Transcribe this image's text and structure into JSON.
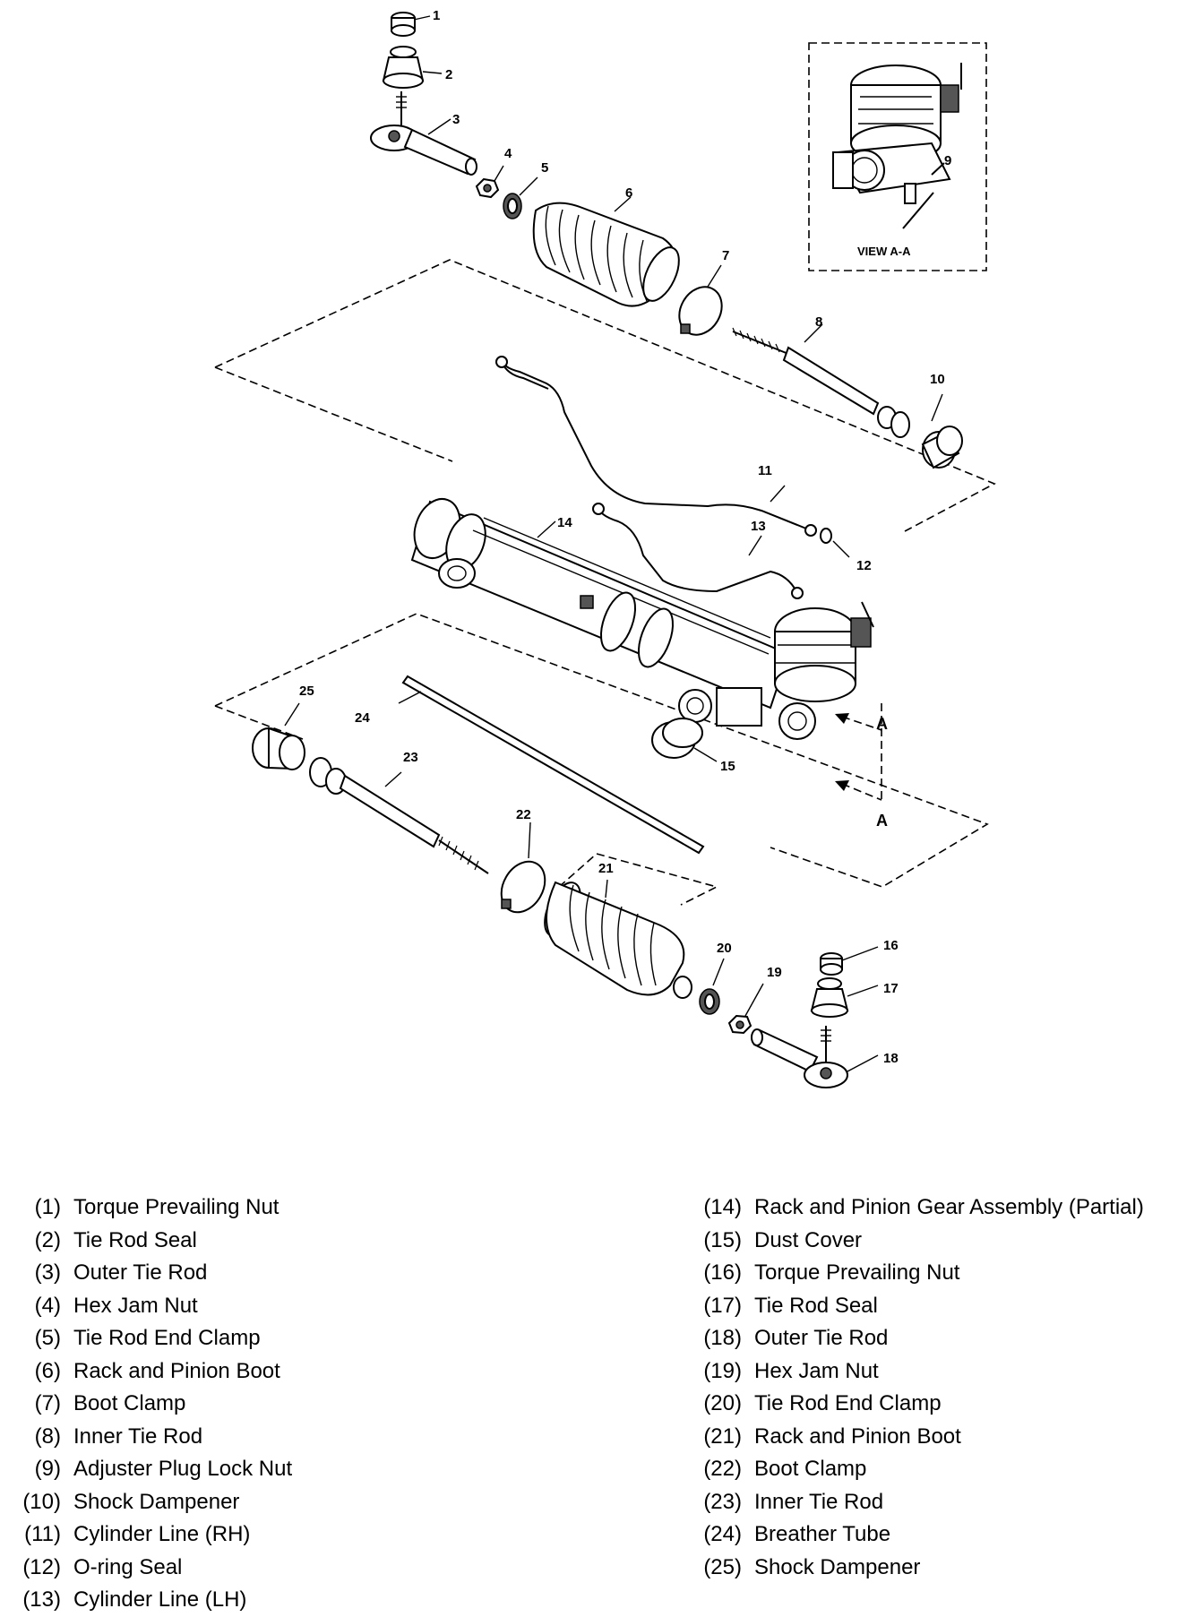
{
  "view": {
    "label": "VIEW A-A",
    "section_mark": "A"
  },
  "callouts": [
    "1",
    "2",
    "3",
    "4",
    "5",
    "6",
    "7",
    "8",
    "9",
    "10",
    "11",
    "12",
    "13",
    "14",
    "15",
    "16",
    "17",
    "18",
    "19",
    "20",
    "21",
    "22",
    "23",
    "24",
    "25",
    "18"
  ],
  "legend_left": [
    {
      "num": "(1)",
      "text": "Torque Prevailing Nut"
    },
    {
      "num": "(2)",
      "text": "Tie Rod Seal"
    },
    {
      "num": "(3)",
      "text": "Outer Tie Rod"
    },
    {
      "num": "(4)",
      "text": "Hex Jam Nut"
    },
    {
      "num": "(5)",
      "text": "Tie Rod End Clamp"
    },
    {
      "num": "(6)",
      "text": "Rack and Pinion Boot"
    },
    {
      "num": "(7)",
      "text": "Boot Clamp"
    },
    {
      "num": "(8)",
      "text": "Inner Tie Rod"
    },
    {
      "num": "(9)",
      "text": "Adjuster Plug Lock Nut"
    },
    {
      "num": "(10)",
      "text": "Shock Dampener"
    },
    {
      "num": "(11)",
      "text": "Cylinder Line (RH)"
    },
    {
      "num": "(12)",
      "text": "O-ring Seal"
    },
    {
      "num": "(13)",
      "text": "Cylinder Line (LH)"
    }
  ],
  "legend_right": [
    {
      "num": "(14)",
      "text": "Rack and Pinion Gear Assembly (Partial)"
    },
    {
      "num": "(15)",
      "text": "Dust Cover"
    },
    {
      "num": "(16)",
      "text": "Torque Prevailing Nut"
    },
    {
      "num": "(17)",
      "text": "Tie Rod Seal"
    },
    {
      "num": "(18)",
      "text": "Outer Tie Rod"
    },
    {
      "num": "(19)",
      "text": "Hex Jam Nut"
    },
    {
      "num": "(20)",
      "text": "Tie Rod End Clamp"
    },
    {
      "num": "(21)",
      "text": "Rack and Pinion Boot"
    },
    {
      "num": "(22)",
      "text": "Boot Clamp"
    },
    {
      "num": "(23)",
      "text": "Inner Tie Rod"
    },
    {
      "num": "(24)",
      "text": "Breather Tube"
    },
    {
      "num": "(25)",
      "text": "Shock Dampener"
    }
  ]
}
